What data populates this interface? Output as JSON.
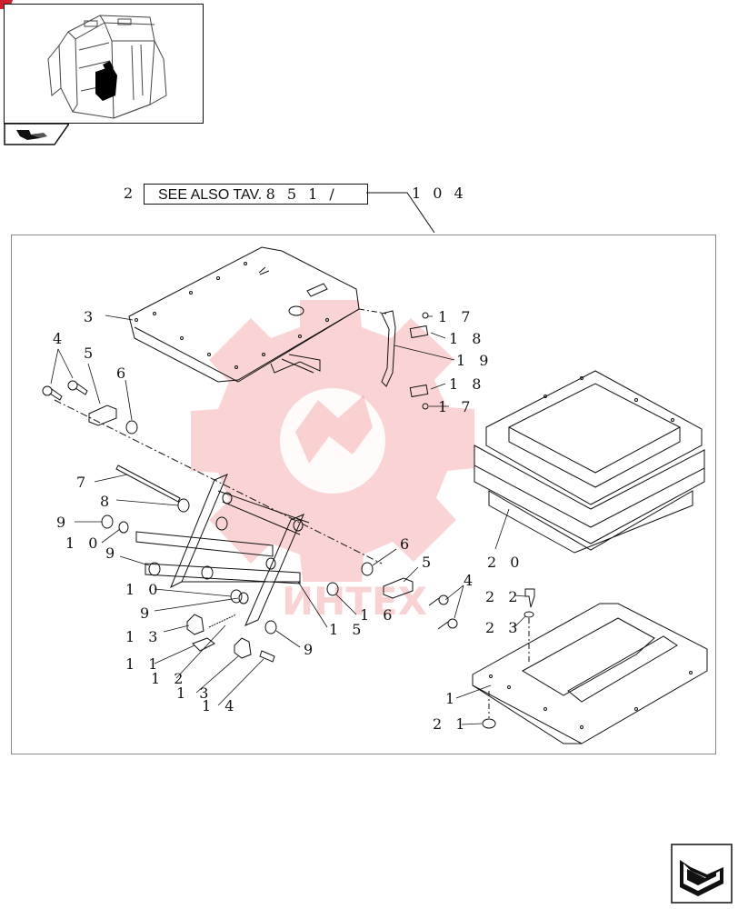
{
  "reference": {
    "prefix": "2",
    "label": "SEE ALSO TAV.",
    "code": "8 5 1 /",
    "suffix": "1 0 4"
  },
  "watermark": {
    "text": "ИНТЕХ",
    "color": "#e83a3a"
  },
  "callouts": [
    {
      "id": "c3",
      "text": "3"
    },
    {
      "id": "c4a",
      "text": "4"
    },
    {
      "id": "c5a",
      "text": "5"
    },
    {
      "id": "c6a",
      "text": "6"
    },
    {
      "id": "c17a",
      "text": "1 7"
    },
    {
      "id": "c18a",
      "text": "1 8"
    },
    {
      "id": "c19",
      "text": "1 9"
    },
    {
      "id": "c18b",
      "text": "1 8"
    },
    {
      "id": "c17b",
      "text": "1 7"
    },
    {
      "id": "c7",
      "text": "7"
    },
    {
      "id": "c8",
      "text": "8"
    },
    {
      "id": "c9a",
      "text": "9"
    },
    {
      "id": "c10a",
      "text": "1 0"
    },
    {
      "id": "c9b",
      "text": "9"
    },
    {
      "id": "c10b",
      "text": "1 0"
    },
    {
      "id": "c9c",
      "text": "9"
    },
    {
      "id": "c13a",
      "text": "1 3"
    },
    {
      "id": "c11",
      "text": "1 1"
    },
    {
      "id": "c12",
      "text": "1 2"
    },
    {
      "id": "c13b",
      "text": "1 3"
    },
    {
      "id": "c14",
      "text": "1 4"
    },
    {
      "id": "c9d",
      "text": "9"
    },
    {
      "id": "c15",
      "text": "1 5"
    },
    {
      "id": "c16",
      "text": "1 6"
    },
    {
      "id": "c6b",
      "text": "6"
    },
    {
      "id": "c5b",
      "text": "5"
    },
    {
      "id": "c4b",
      "text": "4"
    },
    {
      "id": "c20",
      "text": "2 0"
    },
    {
      "id": "c22",
      "text": "2 2"
    },
    {
      "id": "c23",
      "text": "2 3"
    },
    {
      "id": "c1",
      "text": "1"
    },
    {
      "id": "c21",
      "text": "2 1"
    }
  ],
  "icons": {
    "thumbnail": "tractor-cab-icon",
    "section": "seat-section-icon",
    "navigation": "next-page-arrow-icon"
  }
}
